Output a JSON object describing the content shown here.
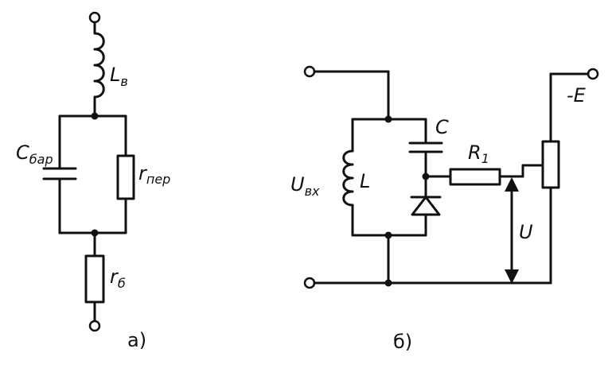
{
  "circuit_a": {
    "inductor_label": "L",
    "inductor_sub": "в",
    "cap_label": "C",
    "cap_sub": "бар",
    "res_label": "r",
    "res_sub": "пер",
    "base_res_label": "r",
    "base_res_sub": "б",
    "caption": "а)"
  },
  "circuit_b": {
    "input_label": "U",
    "input_sub": "вх",
    "inductor_label": "L",
    "cap_label": "C",
    "r1_label": "R",
    "r1_sub": "1",
    "supply_label": "-E",
    "voltage_label": "U",
    "caption": "б)"
  }
}
